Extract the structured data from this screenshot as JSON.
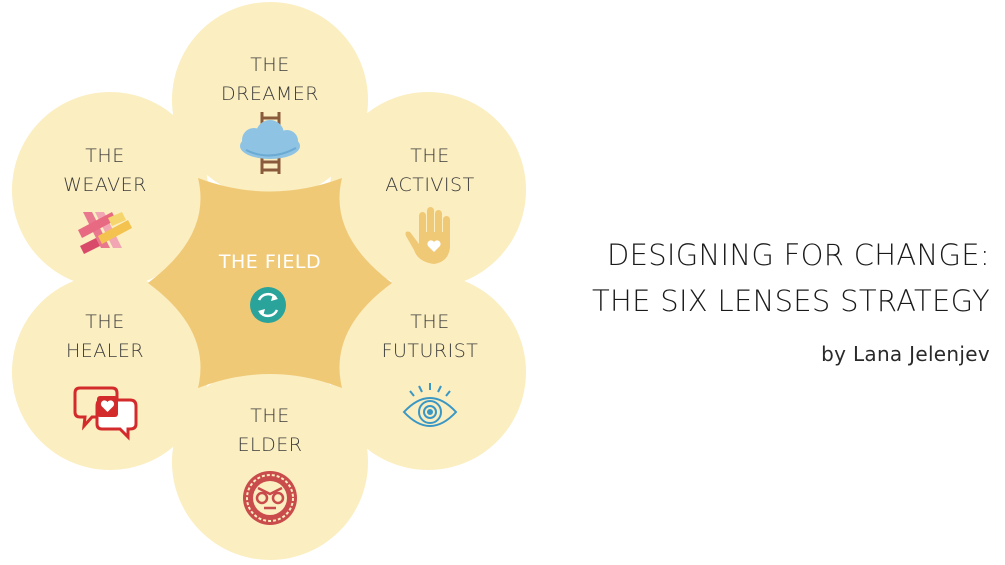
{
  "colors": {
    "circle_fill": "#fbeec1",
    "field_fill": "#f0c977",
    "field_text": "#ffffff",
    "cycle_icon": "#2aa39a",
    "cloud": "#8fc3e3",
    "ladder": "#8a5a3c",
    "hand": "#f0c977",
    "eye": "#3a97c4",
    "seal": "#c94b4b",
    "chat": "#d32b2b"
  },
  "lenses": {
    "dreamer": {
      "line1": "THE",
      "line2": "DREAMER",
      "icon": "cloud-ladder-icon"
    },
    "activist": {
      "line1": "THE",
      "line2": "ACTIVIST",
      "icon": "hand-heart-icon"
    },
    "futurist": {
      "line1": "THE",
      "line2": "FUTURIST",
      "icon": "eye-icon"
    },
    "elder": {
      "line1": "THE",
      "line2": "ELDER",
      "icon": "seal-icon"
    },
    "healer": {
      "line1": "THE",
      "line2": "HEALER",
      "icon": "chat-heart-icon"
    },
    "weaver": {
      "line1": "THE",
      "line2": "WEAVER",
      "icon": "weave-icon"
    }
  },
  "field": {
    "label": "THE FIELD",
    "icon": "cycle-icon"
  },
  "title": {
    "line1": "DESIGNING FOR CHANGE:",
    "line2": "THE SIX LENSES STRATEGY",
    "byline": "by Lana Jelenjev"
  }
}
